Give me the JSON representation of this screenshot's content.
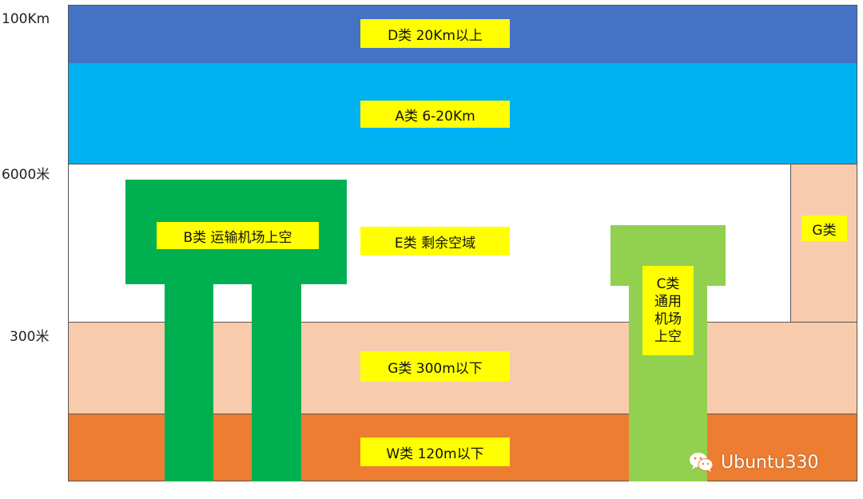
{
  "axis": {
    "top": "100Km",
    "mid": "6000米",
    "low": "300米"
  },
  "colors": {
    "D": "#4472c4",
    "A": "#00b0f0",
    "E": "#ffffff",
    "G": "#f8cbad",
    "W": "#ed7d31",
    "B": "#00b050",
    "C": "#92d050",
    "label_bg": "#ffff00"
  },
  "classes": {
    "D": "D类 20Km以上",
    "A": "A类 6-20Km",
    "E": "E类 剩余空域",
    "G_upper": "G类",
    "G": "G类 300m以下",
    "W": "W类 120m以下",
    "B": "B类 运输机场上空",
    "C_lines": [
      "C类",
      "通用",
      "机场",
      "上空"
    ]
  },
  "watermark": {
    "icon": "wechat-icon",
    "text": "Ubuntu330"
  }
}
